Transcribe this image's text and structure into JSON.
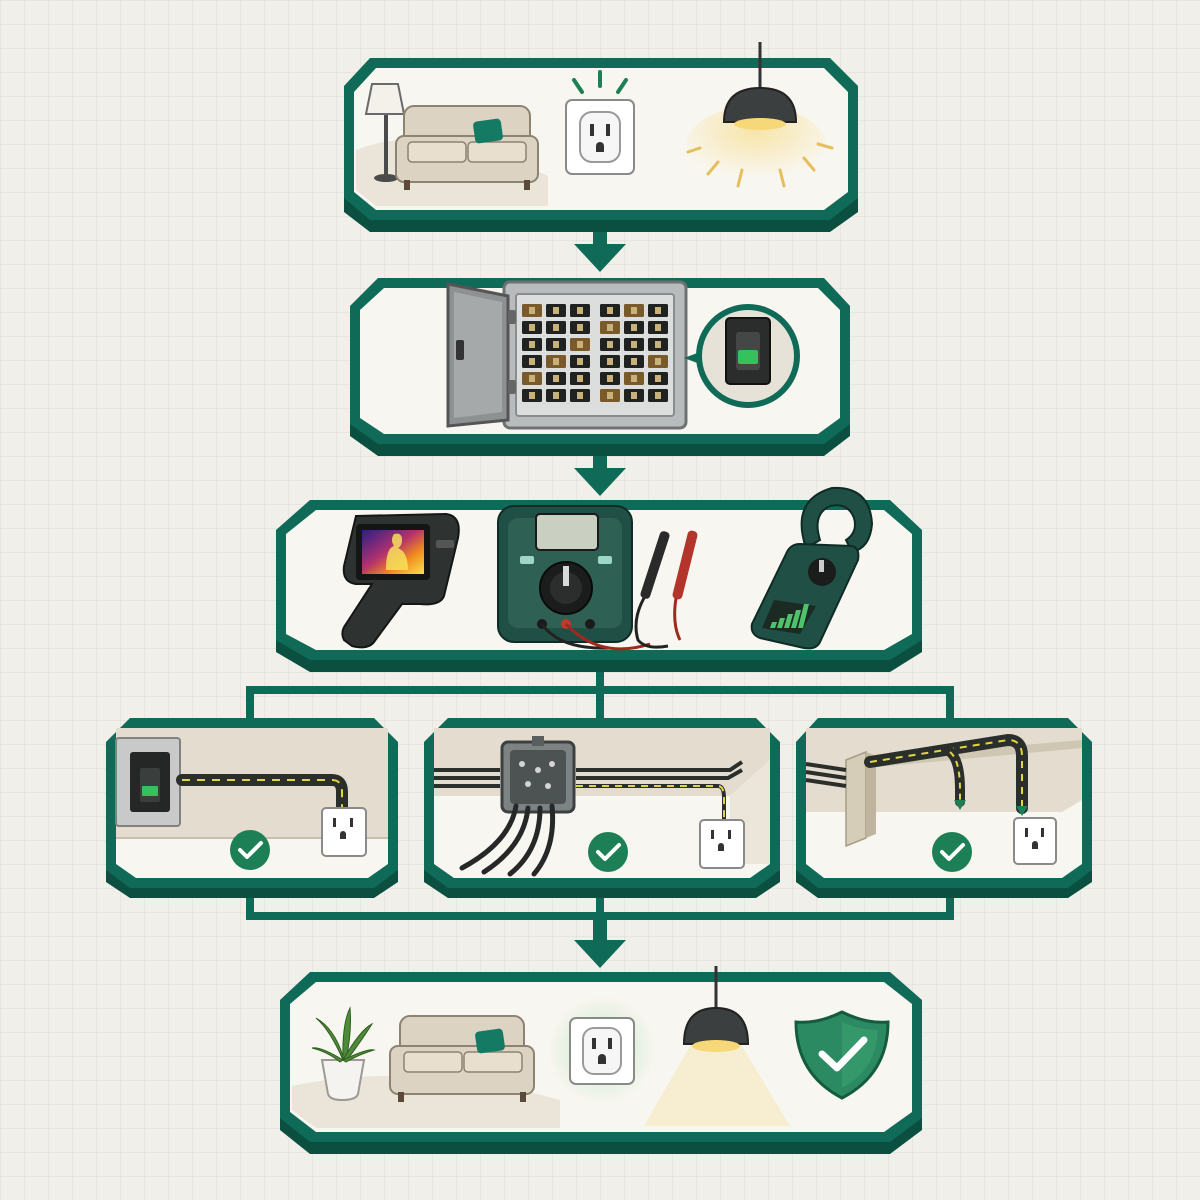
{
  "colors": {
    "frame": "#0f6b57",
    "frame_dark": "#0a4f40",
    "panel_fill": "#f8f6f0",
    "wall": "#e4ddcf",
    "sofa": "#ddd3c2",
    "cushion": "#147a63",
    "check": "#1d7f55",
    "meter_body": "#1f4f45",
    "lamp_glow": "#f3d27a"
  },
  "steps": [
    {
      "id": "home-power-issue",
      "icons": [
        "floor-lamp-icon",
        "sofa-icon",
        "wall-outlet-icon",
        "pendant-lamp-icon"
      ]
    },
    {
      "id": "breaker-panel-check",
      "icons": [
        "breaker-panel-icon",
        "breaker-switch-icon"
      ]
    },
    {
      "id": "diagnostic-tools",
      "icons": [
        "thermal-camera-icon",
        "multimeter-icon",
        "test-leads-icon",
        "clamp-meter-icon"
      ]
    },
    {
      "id": "circuit-tracing",
      "icons": [
        "switch-to-outlet-path-icon",
        "junction-box-icon",
        "wall-routing-path-icon",
        "check-icon"
      ]
    },
    {
      "id": "power-restored",
      "icons": [
        "plant-icon",
        "sofa-icon",
        "glowing-outlet-icon",
        "pendant-lamp-icon",
        "shield-check-icon"
      ]
    }
  ]
}
